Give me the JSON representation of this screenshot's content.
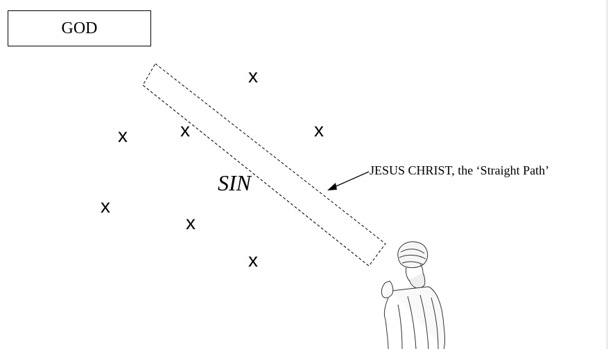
{
  "diagram": {
    "god_label": "GOD",
    "sin_label": "SIN",
    "path_label": "JESUS CHRIST, the ‘Straight Path’",
    "x_mark": "x",
    "figure_icon": "praying-man-icon",
    "colors": {
      "ink": "#000000",
      "background": "#ffffff"
    }
  }
}
